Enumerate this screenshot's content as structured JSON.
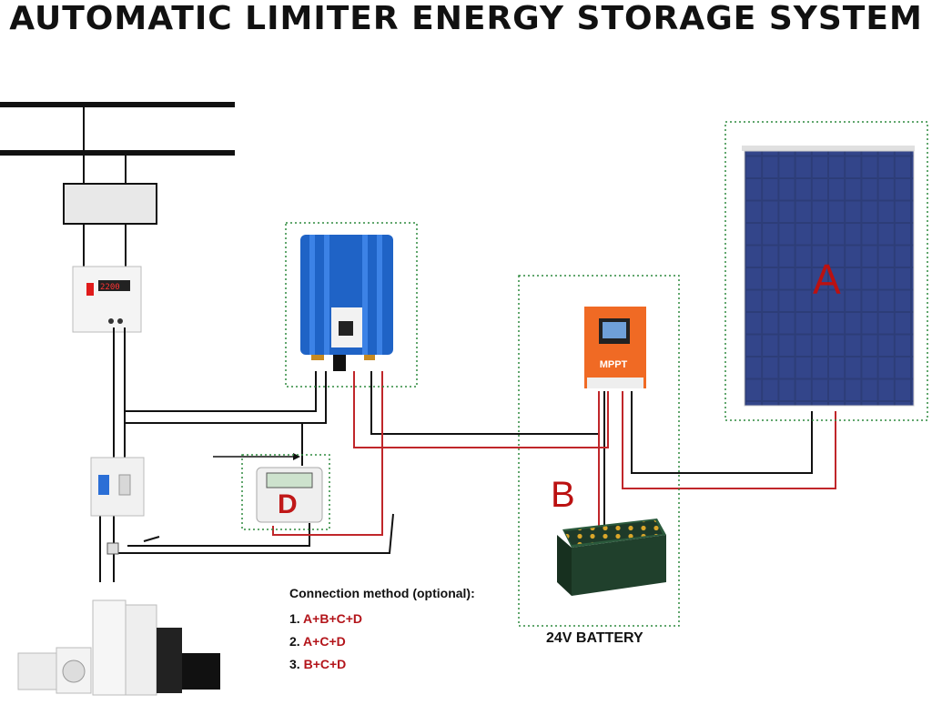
{
  "title": "AUTOMATIC LIMITER ENERGY STORAGE SYSTEM",
  "labels": {
    "a": "A",
    "b": "B",
    "d": "D",
    "mppt": "MPPT",
    "battery": "24V BATTERY"
  },
  "connection": {
    "heading": "Connection method  (optional):",
    "options": [
      {
        "num": "1.",
        "text": "A+B+C+D"
      },
      {
        "num": "2.",
        "text": "A+C+D"
      },
      {
        "num": "3.",
        "text": "B+C+D"
      }
    ]
  },
  "colors": {
    "wire_black": "#111111",
    "wire_red": "#c0262a",
    "inverter_blue": "#1f63c6",
    "controller_orange": "#f06a24",
    "solar_panel": "#2a3a72",
    "group_border": "#2e8a3e",
    "battery_green": "#254a33"
  }
}
